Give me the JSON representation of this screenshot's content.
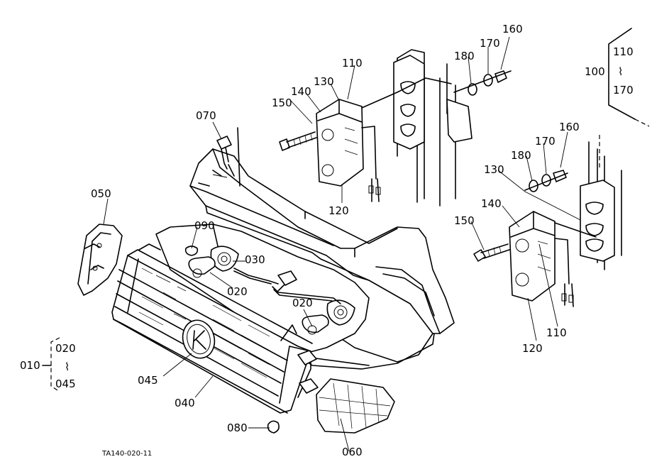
{
  "diagram_code": "TA140-020-11",
  "callouts": {
    "p010": "010",
    "p020a": "020",
    "p020b": "020",
    "p020c": "020",
    "p030": "030",
    "p040": "040",
    "p045a": "045",
    "p045b": "045",
    "p050": "050",
    "p060": "060",
    "p070": "070",
    "p080": "080",
    "p090": "090",
    "p100": "100",
    "p110a": "110",
    "p110b": "110",
    "p110c": "110",
    "p120a": "120",
    "p120b": "120",
    "p130a": "130",
    "p130b": "130",
    "p140a": "140",
    "p140b": "140",
    "p150a": "150",
    "p150b": "150",
    "p160a": "160",
    "p160b": "160",
    "p170a": "170",
    "p170b": "170",
    "p170c": "170",
    "p180a": "180",
    "p180b": "180"
  }
}
